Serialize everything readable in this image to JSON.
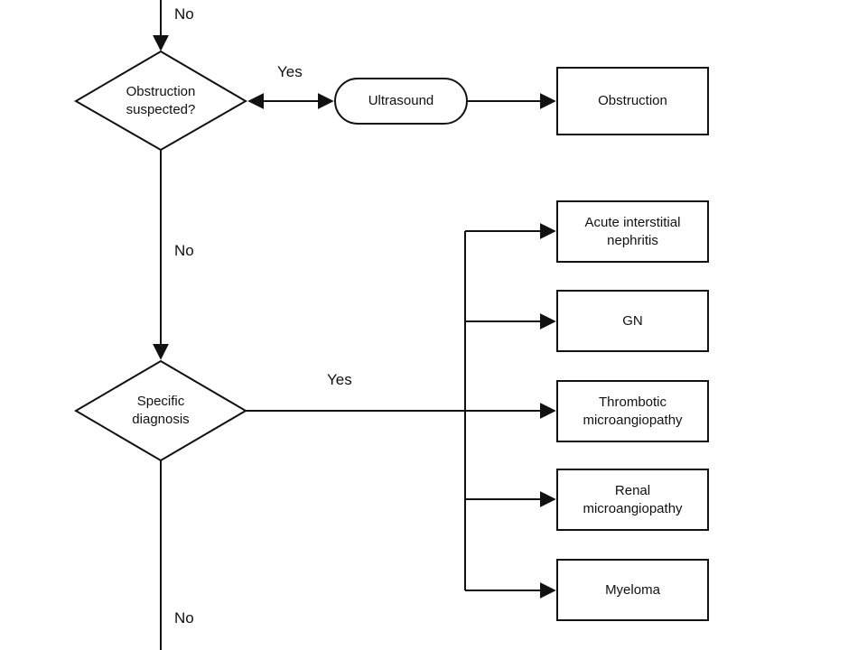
{
  "colors": {
    "stroke": "#111111",
    "background": "#ffffff"
  },
  "labels": {
    "no_top": "No",
    "yes_obstruction": "Yes",
    "no_middle": "No",
    "yes_specific": "Yes",
    "no_bottom": "No"
  },
  "nodes": {
    "obstruction_decision": "Obstruction\nsuspected?",
    "ultrasound": "Ultrasound",
    "obstruction_result": "Obstruction",
    "specific_decision": "Specific\ndiagnosis",
    "acute_interstitial_nephritis": "Acute interstitial\nnephritis",
    "gn": "GN",
    "thrombotic_microangiopathy": "Thrombotic\nmicroangiopathy",
    "renal_microangiopathy": "Renal\nmicroangiopathy",
    "myeloma": "Myeloma"
  }
}
